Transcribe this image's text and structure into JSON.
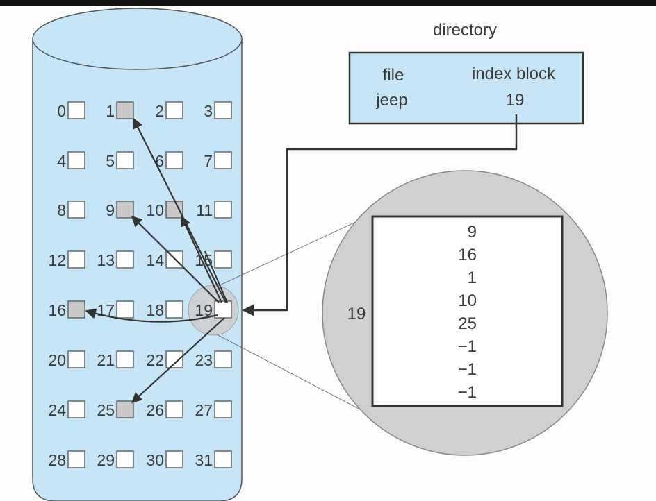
{
  "title": "directory",
  "directory": {
    "header_file": "file",
    "header_index": "index block",
    "entry_file": "jeep",
    "entry_index": "19"
  },
  "disk": {
    "block_count": 32,
    "allocated_blocks": [
      1,
      9,
      10,
      16,
      25
    ],
    "index_block": 19
  },
  "index_block_zoom": {
    "label": "19",
    "entries": [
      "9",
      "16",
      "1",
      "10",
      "25",
      "−1",
      "−1",
      "−1"
    ]
  },
  "colors": {
    "disk_fill": "#c6e6f7",
    "allocated_fill": "#c8c8c8",
    "free_fill": "#ffffff",
    "zoom_circle_fill": "#d0d0d2",
    "line": "#333333"
  }
}
